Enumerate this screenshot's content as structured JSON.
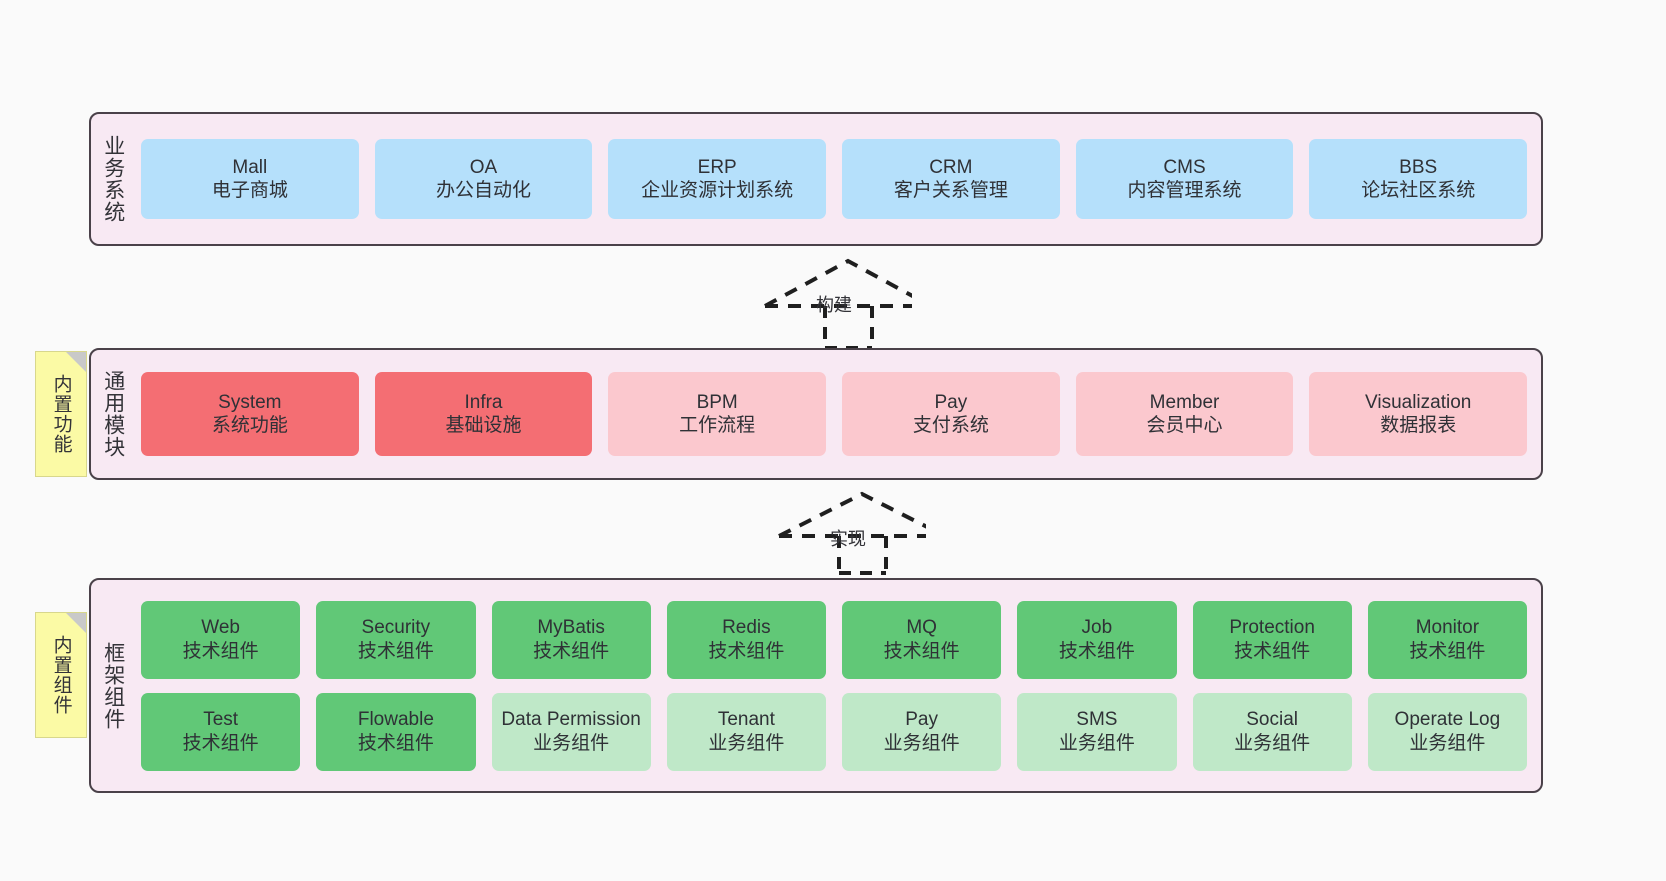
{
  "diagram": {
    "background": "#fafafa",
    "layer_fill": "#f8e9f3",
    "layer_border": "#4a4149",
    "note_fill": "#fbfaa5",
    "colors": {
      "business": "#b5e0fb",
      "module_core": "#f46e73",
      "module_optional": "#fbc8ce",
      "tech_component": "#61c877",
      "biz_component": "#bfe8c8"
    }
  },
  "layers": {
    "business": {
      "title": "业务系统",
      "items": [
        {
          "name": "Mall",
          "desc": "电子商城"
        },
        {
          "name": "OA",
          "desc": "办公自动化"
        },
        {
          "name": "ERP",
          "desc": "企业资源计划系统"
        },
        {
          "name": "CRM",
          "desc": "客户关系管理"
        },
        {
          "name": "CMS",
          "desc": "内容管理系统"
        },
        {
          "name": "BBS",
          "desc": "论坛社区系统"
        }
      ]
    },
    "modules": {
      "title": "通用模块",
      "note": "内置功能",
      "items": [
        {
          "name": "System",
          "desc": "系统功能",
          "style": "core"
        },
        {
          "name": "Infra",
          "desc": "基础设施",
          "style": "core"
        },
        {
          "name": "BPM",
          "desc": "工作流程",
          "style": "optional"
        },
        {
          "name": "Pay",
          "desc": "支付系统",
          "style": "optional"
        },
        {
          "name": "Member",
          "desc": "会员中心",
          "style": "optional"
        },
        {
          "name": "Visualization",
          "desc": "数据报表",
          "style": "optional"
        }
      ]
    },
    "framework": {
      "title": "框架组件",
      "note": "内置组件",
      "row1": [
        {
          "name": "Web",
          "desc": "技术组件"
        },
        {
          "name": "Security",
          "desc": "技术组件"
        },
        {
          "name": "MyBatis",
          "desc": "技术组件"
        },
        {
          "name": "Redis",
          "desc": "技术组件"
        },
        {
          "name": "MQ",
          "desc": "技术组件"
        },
        {
          "name": "Job",
          "desc": "技术组件"
        },
        {
          "name": "Protection",
          "desc": "技术组件"
        },
        {
          "name": "Monitor",
          "desc": "技术组件"
        }
      ],
      "row2": [
        {
          "name": "Test",
          "desc": "技术组件",
          "style": "tech"
        },
        {
          "name": "Flowable",
          "desc": "技术组件",
          "style": "tech"
        },
        {
          "name": "Data Permission",
          "desc": "业务组件",
          "style": "biz"
        },
        {
          "name": "Tenant",
          "desc": "业务组件",
          "style": "biz"
        },
        {
          "name": "Pay",
          "desc": "业务组件",
          "style": "biz"
        },
        {
          "name": "SMS",
          "desc": "业务组件",
          "style": "biz"
        },
        {
          "name": "Social",
          "desc": "业务组件",
          "style": "biz"
        },
        {
          "name": "Operate Log",
          "desc": "业务组件",
          "style": "biz"
        }
      ]
    }
  },
  "connectors": [
    {
      "label": "构建",
      "from": "modules",
      "to": "business"
    },
    {
      "label": "实现",
      "from": "framework",
      "to": "modules"
    }
  ]
}
